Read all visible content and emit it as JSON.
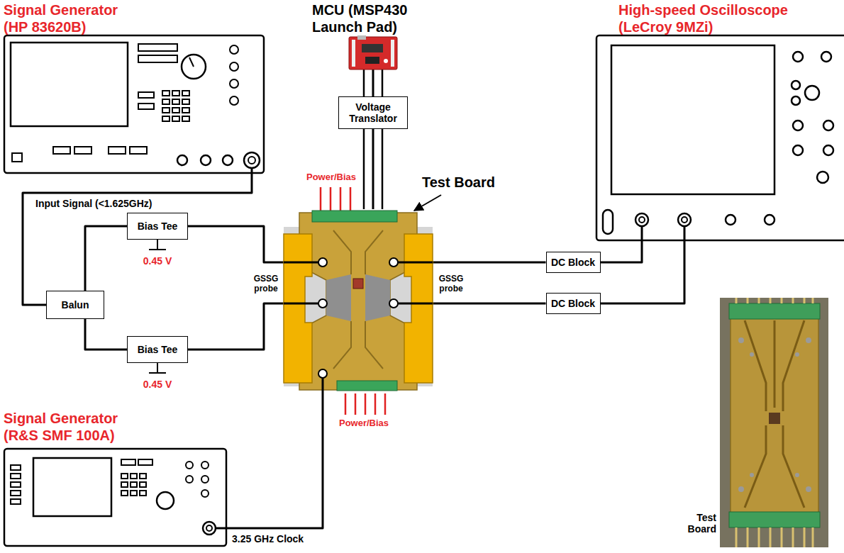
{
  "diagram": {
    "nodes": [
      {
        "text": [
          "Signal Generator (HP 83620B)"
        ]
      },
      {
        "text": [
          "MCU (MSP430 Launch Pad)"
        ]
      },
      {
        "text": [
          "Voltage Translator"
        ]
      },
      {
        "text": [
          "High-speed Oscilloscope (LeCroy 9MZi)"
        ]
      },
      {
        "text": [
          "Bias Tee"
        ]
      },
      {
        "text": [
          "Balun"
        ]
      },
      {
        "text": [
          "Bias Tee"
        ]
      },
      {
        "text": [
          "Test Board"
        ]
      },
      {
        "text": [
          "DC Block"
        ]
      },
      {
        "text": [
          "DC Block"
        ]
      },
      {
        "text": [
          "Signal Generator (R&S SMF 100A)"
        ]
      }
    ],
    "edges": [
      {
        "from": 0,
        "to": 5,
        "label": "Input Signal (<1.625GHz)",
        "arrow": "none"
      },
      {
        "from": 5,
        "to": 4,
        "arrow": "none"
      },
      {
        "from": 5,
        "to": 6,
        "arrow": "none"
      },
      {
        "from": 4,
        "to": 7,
        "arrow": "none"
      },
      {
        "from": 6,
        "to": 7,
        "arrow": "none"
      },
      {
        "from": 7,
        "to": 8,
        "arrow": "none"
      },
      {
        "from": 7,
        "to": 9,
        "arrow": "none"
      },
      {
        "from": 8,
        "to": 3,
        "arrow": "none"
      },
      {
        "from": 9,
        "to": 3,
        "arrow": "none"
      },
      {
        "from": 1,
        "to": 2,
        "arrow": "none"
      },
      {
        "from": 2,
        "to": 7,
        "arrow": "none"
      },
      {
        "from": 10,
        "to": 7,
        "label": "3.25 GHz Clock",
        "arrow": "none"
      }
    ],
    "labels": [
      "Power/Bias",
      "GSSG probe",
      "GSSG probe",
      "0.45 V",
      "0.45 V",
      "Power/Bias",
      "Test Board"
    ]
  }
}
